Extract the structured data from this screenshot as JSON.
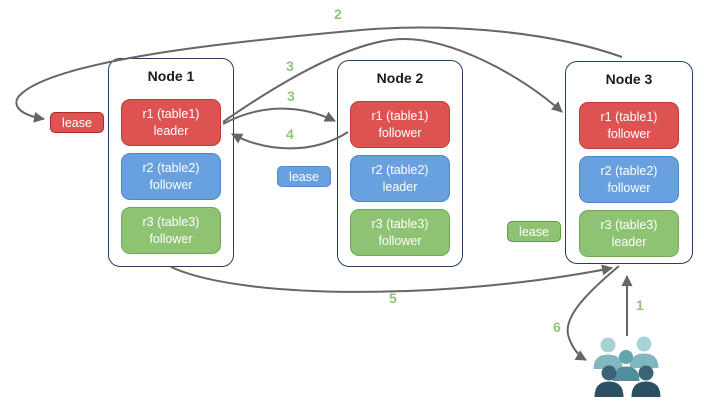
{
  "diagram": {
    "nodes": [
      {
        "title": "Node 1",
        "replicas": [
          {
            "name": "r1 (table1)",
            "role": "leader",
            "color": "#dd5352"
          },
          {
            "name": "r2 (table2)",
            "role": "follower",
            "color": "#68a1dd"
          },
          {
            "name": "r3 (table3)",
            "role": "follower",
            "color": "#8fc374"
          }
        ]
      },
      {
        "title": "Node 2",
        "replicas": [
          {
            "name": "r1 (table1)",
            "role": "follower",
            "color": "#dd5352"
          },
          {
            "name": "r2 (table2)",
            "role": "leader",
            "color": "#68a1dd"
          },
          {
            "name": "r3 (table3)",
            "role": "follower",
            "color": "#8fc374"
          }
        ]
      },
      {
        "title": "Node 3",
        "replicas": [
          {
            "name": "r1 (table1)",
            "role": "follower",
            "color": "#dd5352"
          },
          {
            "name": "r2 (table2)",
            "role": "follower",
            "color": "#68a1dd"
          },
          {
            "name": "r3 (table3)",
            "role": "leader",
            "color": "#8fc374"
          }
        ]
      }
    ],
    "leases": [
      {
        "label": "lease",
        "color": "#dd5352"
      },
      {
        "label": "lease",
        "color": "#68a1dd"
      },
      {
        "label": "lease",
        "color": "#8fc374"
      }
    ],
    "step_labels": [
      "1",
      "2",
      "3",
      "3",
      "4",
      "5",
      "6"
    ],
    "colors": {
      "node_border": "#24405f",
      "arrow": "#666666",
      "step_label": "#93c47d",
      "users_light": "#7fb8bf",
      "users_mid": "#4f8e9a",
      "users_dark": "#2b5062"
    },
    "icons": {
      "users": "users-icon"
    }
  }
}
